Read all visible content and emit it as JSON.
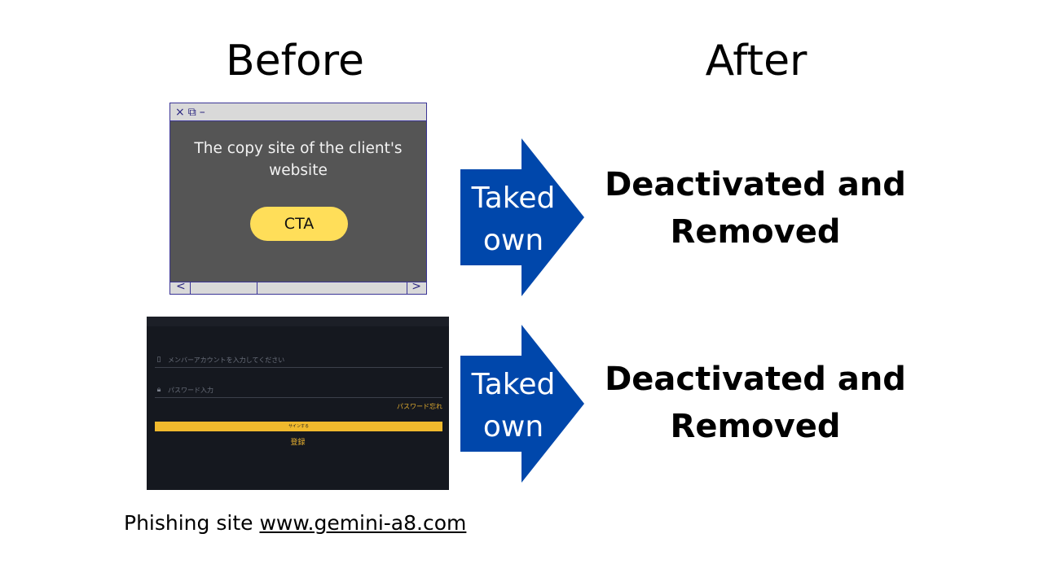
{
  "headings": {
    "before": "Before",
    "after": "After"
  },
  "mockup": {
    "title_icons": {
      "close": "×",
      "restore": "⧉",
      "minimize": "–"
    },
    "text": "The copy site of the client's website",
    "cta": "CTA",
    "scroll_left": "<",
    "scroll_right": ">"
  },
  "phishing_screen": {
    "account_placeholder": "メンバーアカウントを入力してください",
    "password_placeholder": "パスワード入力",
    "forgot_password": "パスワード忘れ",
    "signin_button": "サインする",
    "register": "登録"
  },
  "rows": [
    {
      "action": "Taked own",
      "result": "Deactivated and Removed"
    },
    {
      "action": "Taked own",
      "result": "Deactivated and Removed"
    }
  ],
  "caption": {
    "prefix": "Phishing site ",
    "url": "www.gemini-a8.com"
  },
  "colors": {
    "arrow": "#0047ab",
    "cta": "#ffde59",
    "mockup_body": "#555555",
    "phish_accent": "#f0b92d"
  }
}
